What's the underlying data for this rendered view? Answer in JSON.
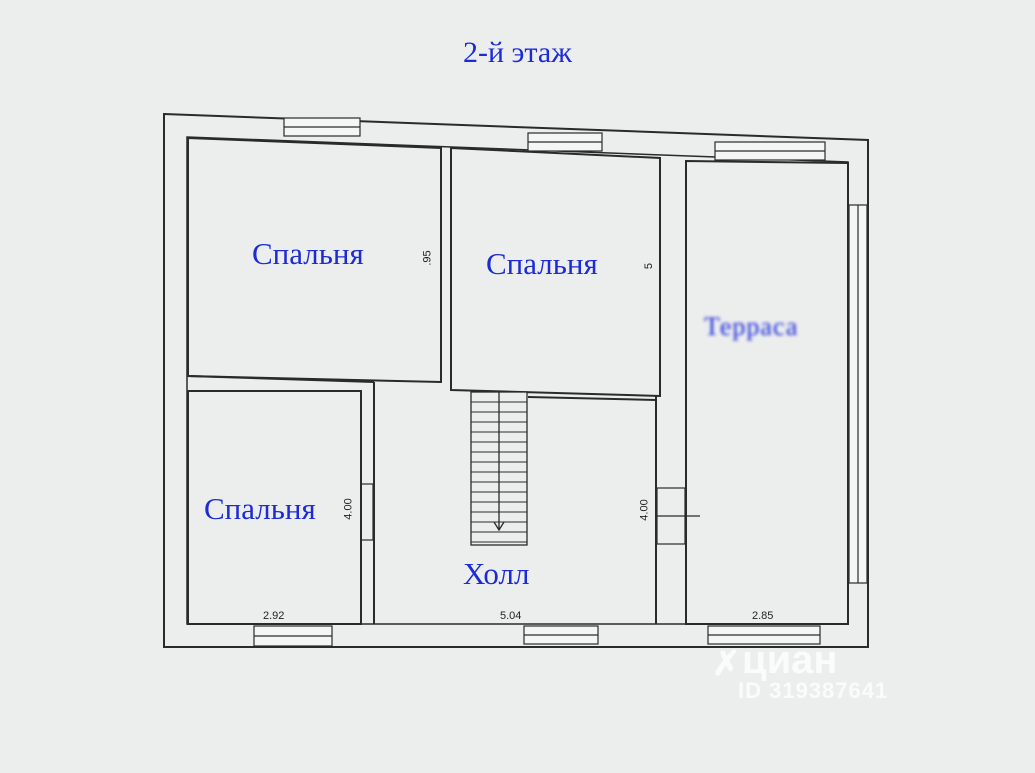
{
  "title": "2-й этаж",
  "rooms": [
    {
      "label": "Спальня"
    },
    {
      "label": "Спальня"
    },
    {
      "label": "Спальня"
    },
    {
      "label": "Холл"
    },
    {
      "label": "Терраса"
    }
  ],
  "dimensions": {
    "top_left_height": ".95",
    "top_mid_height": "5",
    "bottom_left_height": "4.00",
    "hall_right_height": "4.00",
    "bottom_left_width": "2.92",
    "hall_width": "5.04",
    "right_width": "2.85"
  },
  "watermark": {
    "brand": "циан",
    "id": "ID 319387641"
  },
  "colors": {
    "label": "#1c2bd6",
    "wall": "#2a2a2a",
    "background": "#eceeee"
  }
}
